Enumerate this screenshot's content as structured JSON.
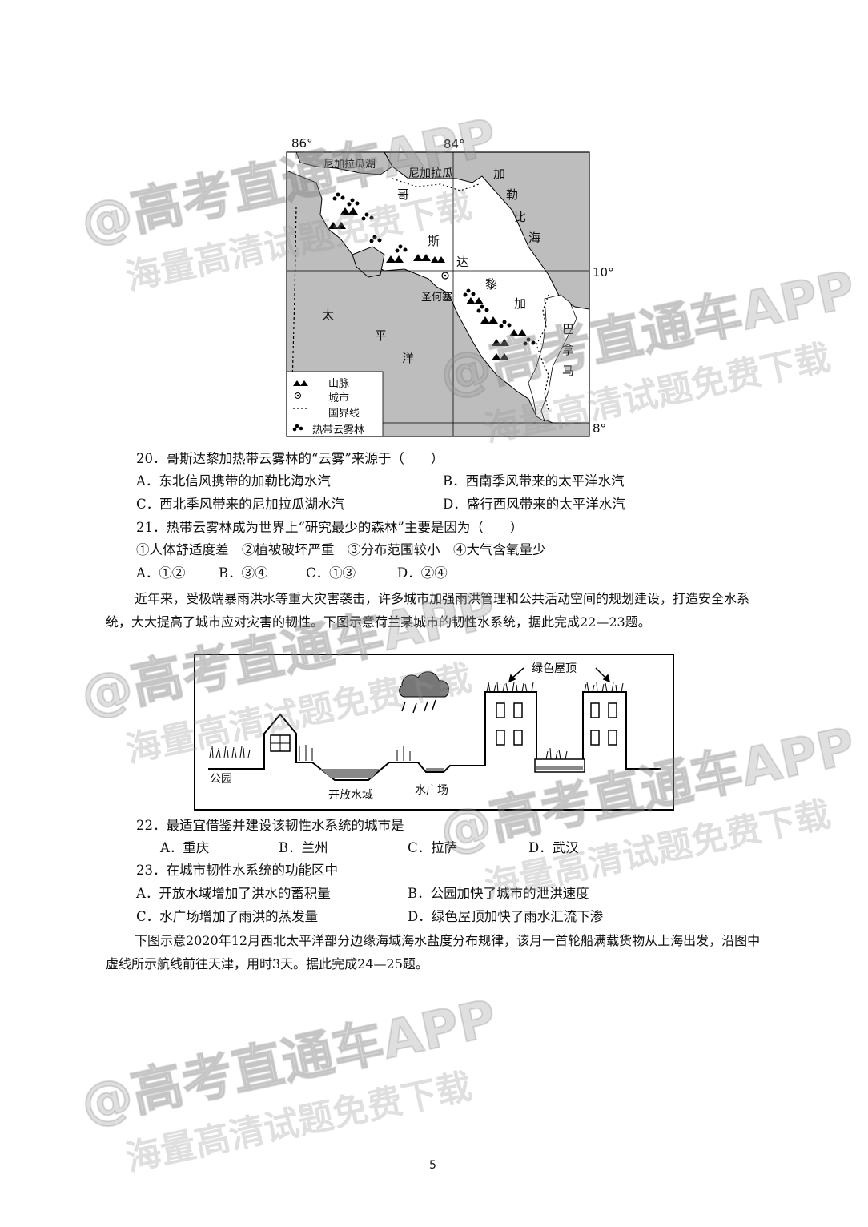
{
  "map": {
    "lon_left": "86°",
    "lon_right": "84°",
    "lat_mid": "10°",
    "lat_bottom": "8°",
    "lake": "尼加拉瓜湖",
    "country_north": "尼加拉瓜",
    "sea_chars": [
      "加",
      "勒",
      "比",
      "海"
    ],
    "costa_rica_chars": [
      "哥",
      "斯",
      "达",
      "黎",
      "加"
    ],
    "ocean_chars": [
      "太",
      "平",
      "洋"
    ],
    "panama_chars": [
      "巴",
      "拿",
      "马"
    ],
    "city": "圣何塞",
    "legend": {
      "mountain": "山脉",
      "city": "城市",
      "border": "国界线",
      "cloud_forest": "热带云雾林"
    }
  },
  "q20": {
    "stem": "20．哥斯达黎加热带云雾林的“云雾”来源于（　　）",
    "A": "A．东北信风携带的加勒比海水汽",
    "B": "B．西南季风带来的太平洋水汽",
    "C": "C．西北季风带来的尼加拉瓜湖水汽",
    "D": "D．盛行西风带来的太平洋水汽"
  },
  "q21": {
    "stem": "21．热带云雾林成为世界上“研究最少的森林”主要是因为（　　）",
    "items": "①人体舒适度差　②植被破坏严重　③分布范围较小　④大气含氧量少",
    "A": "A．①②",
    "B": "B．③④",
    "C": "C．①③",
    "D": "D．②④"
  },
  "intro_22": "近年来，受极端暴雨洪水等重大灾害袭击，许多城市加强雨洪管理和公共活动空间的规划建设，打造安全水系统，大大提高了城市应对灾害的韧性。下图示意荷兰某城市的韧性水系统，据此完成22—23题。",
  "diagram": {
    "green_roof": "绿色屋顶",
    "park": "公园",
    "open_water": "开放水域",
    "water_square": "水广场"
  },
  "q22": {
    "stem": "22．最适宜借鉴并建设该韧性水系统的城市是",
    "A": "A．重庆",
    "B": "B．兰州",
    "C": "C．拉萨",
    "D": "D．武汉"
  },
  "q23": {
    "stem": "23．在城市韧性水系统的功能区中",
    "A": "A．开放水域增加了洪水的蓄积量",
    "B": "B．公园加快了城市的泄洪速度",
    "C": "C．水广场增加了雨洪的蒸发量",
    "D": "D．绿色屋顶加快了雨水汇流下渗"
  },
  "intro_24": "下图示意2020年12月西北太平洋部分边缘海域海水盐度分布规律，该月一首轮船满载货物从上海出发，沿图中虚线所示航线前往天津，用时3天。据此完成24—25题。",
  "page_number": "5",
  "watermark": {
    "line1": "@高考直通车APP",
    "line2": "海量高清试题免费下载"
  }
}
